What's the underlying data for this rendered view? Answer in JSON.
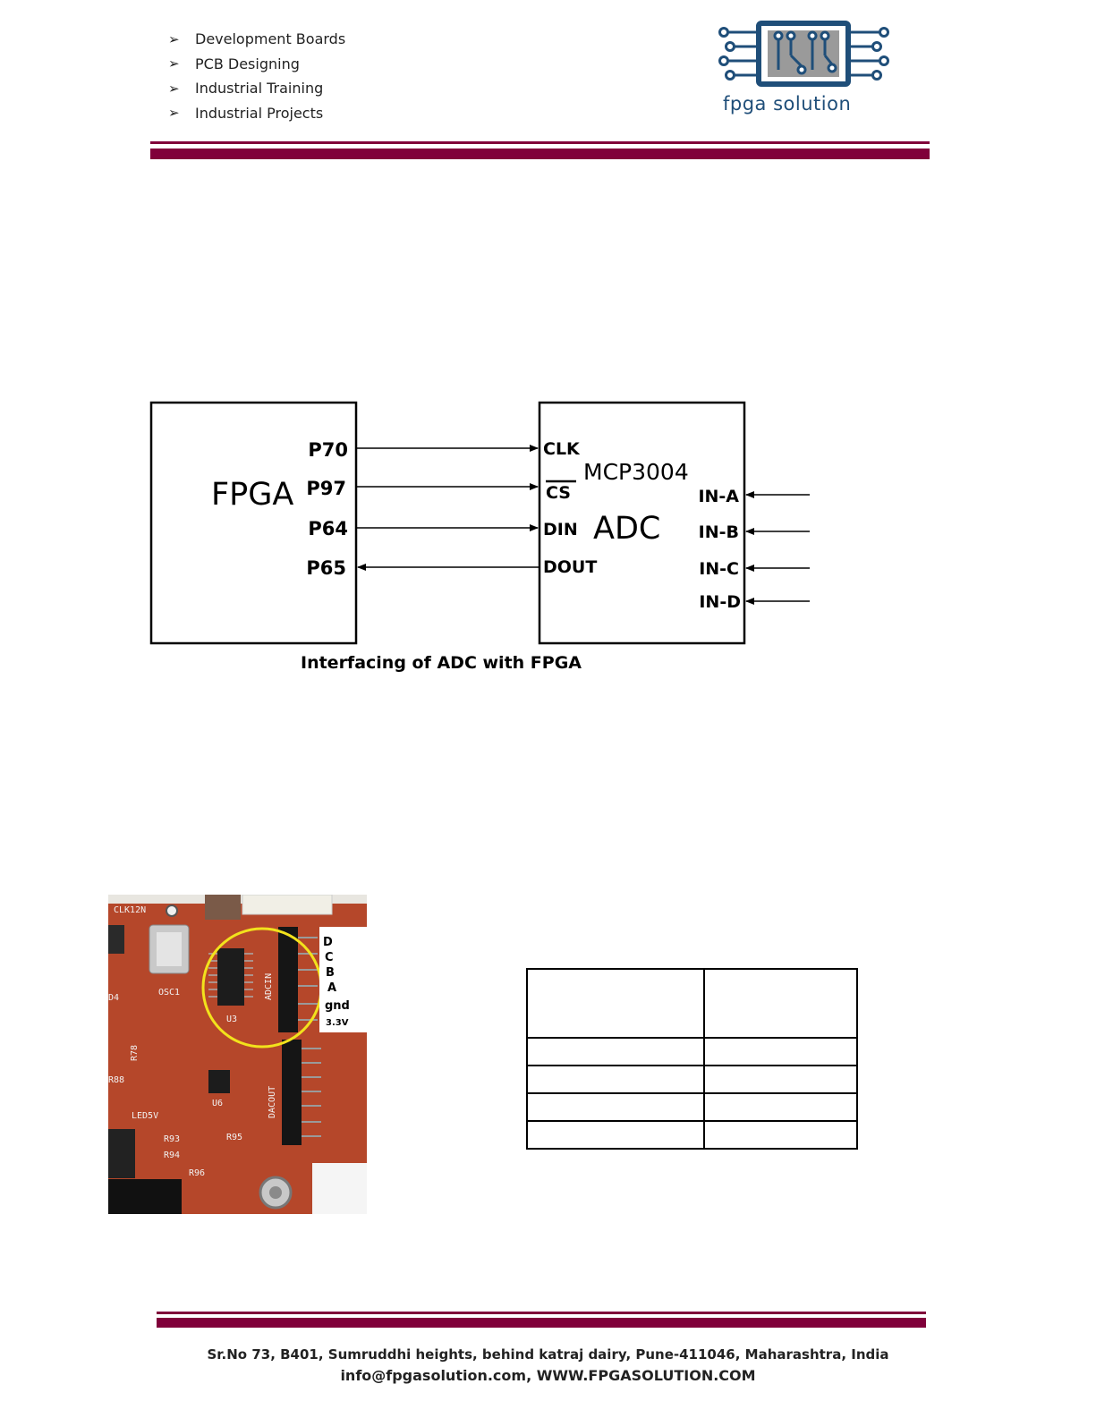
{
  "header": {
    "services": [
      "Development Boards",
      "PCB Designing",
      "Industrial Training",
      "Industrial Projects"
    ],
    "logo_text": "fpga solution"
  },
  "diagram": {
    "fpga_label": "FPGA",
    "fpga_pins": [
      "P70",
      "P97",
      "P64",
      "P65"
    ],
    "adc_title": "MCP3004",
    "adc_label": "ADC",
    "adc_pins": [
      "CLK",
      "CS",
      "DIN",
      "DOUT"
    ],
    "adc_inputs": [
      "IN-A",
      "IN-B",
      "IN-C",
      "IN-D"
    ],
    "caption": "Interfacing of ADC with FPGA"
  },
  "photo": {
    "board_labels": [
      "CLK12N",
      "OSC1",
      "U3",
      "ADCIN",
      "R78",
      "D4",
      "R88",
      "U6",
      "DACOUT",
      "LED5V",
      "R93",
      "R94",
      "R95",
      "R96"
    ],
    "pin_labels": [
      "D",
      "C",
      "B",
      "A",
      "gnd",
      "3.3V"
    ]
  },
  "colors": {
    "accent": "#80003a",
    "logo_blue": "#1f4e79",
    "pcb": "#b5472a",
    "highlight": "#f2e21c"
  },
  "footer": {
    "address": "Sr.No 73, B401, Sumruddhi heights, behind katraj dairy, Pune-411046, Maharashtra, India",
    "contact": "info@fpgasolution.com,  WWW.FPGASOLUTION.COM"
  }
}
